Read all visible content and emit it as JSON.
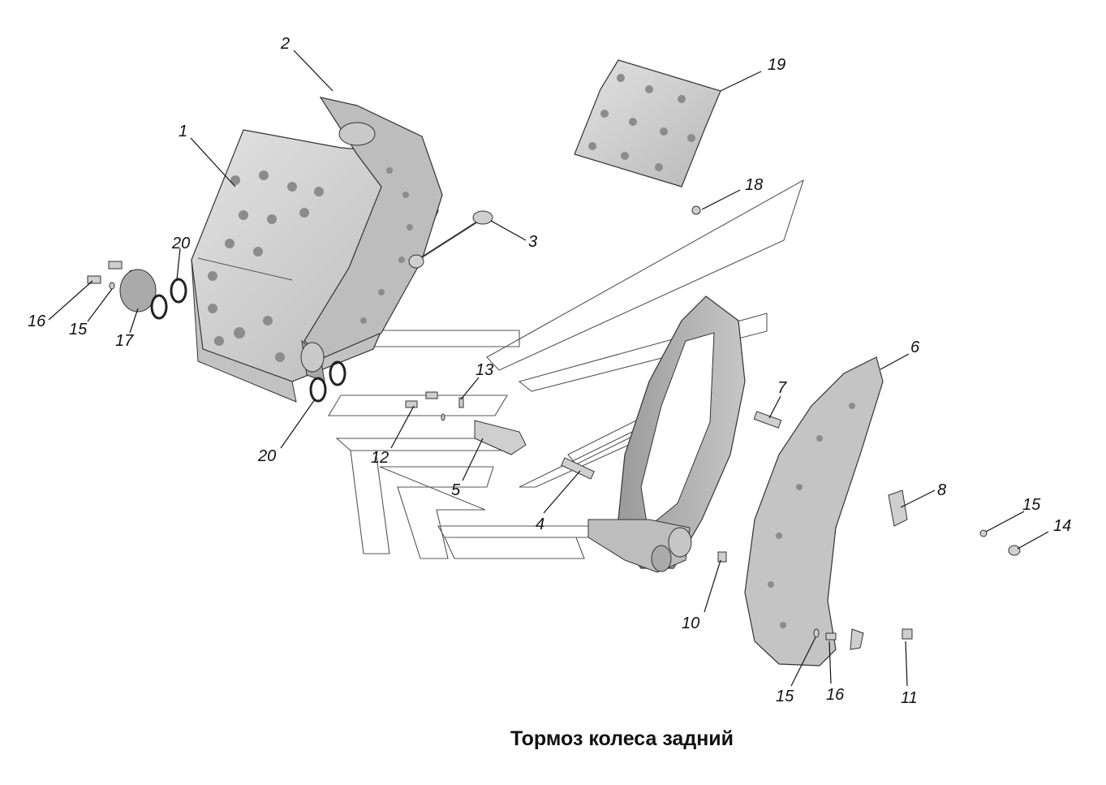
{
  "caption": "Тормоз колеса задний",
  "callouts": [
    "1",
    "2",
    "3",
    "4",
    "5",
    "6",
    "7",
    "8",
    "10",
    "11",
    "12",
    "13",
    "14",
    "15",
    "16",
    "17",
    "18",
    "19",
    "20"
  ],
  "colors": {
    "part_fill": "#d4d4d4",
    "part_dark": "#a9a9a9",
    "part_shadow": "#8c8c8c",
    "outline": "#333333",
    "assembly_guide": "#555555",
    "text": "#111111"
  }
}
